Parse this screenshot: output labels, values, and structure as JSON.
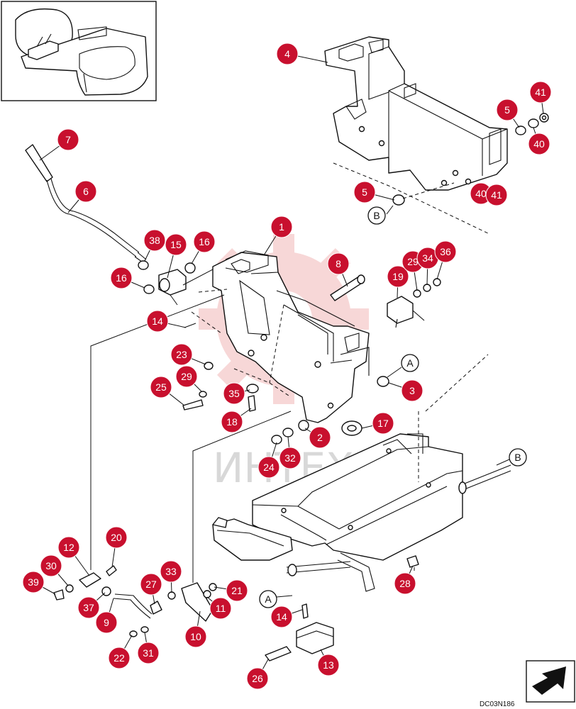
{
  "figure": {
    "code": "DC03N186",
    "watermark": "ИНТЕХ",
    "callout_color": "#c8102e",
    "watermark_color": "#f2b8b8"
  },
  "callouts": [
    "1",
    "2",
    "3",
    "4",
    "5",
    "5",
    "6",
    "7",
    "8",
    "10",
    "11",
    "12",
    "13",
    "14",
    "14",
    "15",
    "16",
    "16",
    "17",
    "18",
    "19",
    "20",
    "21",
    "22",
    "23",
    "24",
    "25",
    "26",
    "27",
    "28",
    "29",
    "29",
    "30",
    "31",
    "32",
    "33",
    "34",
    "35",
    "36",
    "37",
    "38",
    "39",
    "40",
    "40",
    "41",
    "41",
    "9"
  ],
  "references": [
    "A",
    "A",
    "B",
    "B"
  ],
  "icons": {
    "inset": "seat-location-inset",
    "orientation": "orientation-arrow-icon"
  }
}
